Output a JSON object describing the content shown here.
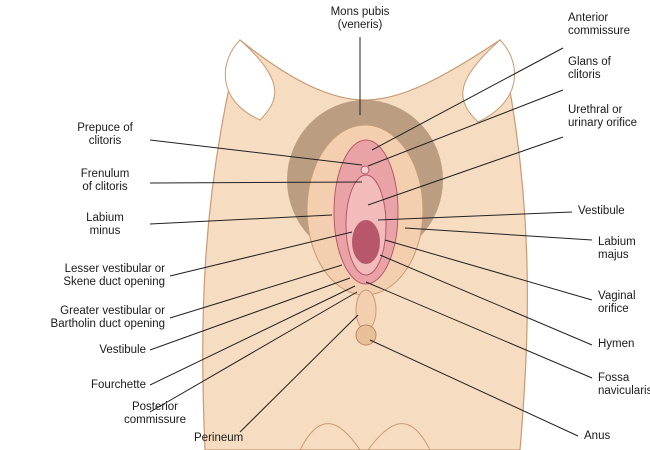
{
  "title": "External female genitalia",
  "colors": {
    "skin": "#f6dcc0",
    "skin_shadow": "#e8bf98",
    "outline": "#b98a66",
    "mucosa": "#e9a3a6",
    "mucosa_dark": "#b8576a",
    "hair": "#8a6b4e",
    "leader": "#222222"
  },
  "labels": {
    "mons_pubis": [
      "Mons pubis",
      "(veneris)"
    ],
    "anterior_commissure": [
      "Anterior",
      "commissure"
    ],
    "glans_of_clitoris": [
      "Glans of",
      "clitoris"
    ],
    "urethral_orifice": [
      "Urethral or",
      "urinary orifice"
    ],
    "vestibule_right": [
      "Vestibule"
    ],
    "labium_majus": [
      "Labium",
      "majus"
    ],
    "vaginal_orifice": [
      "Vaginal",
      "orifice"
    ],
    "hymen": [
      "Hymen"
    ],
    "fossa_navicularis": [
      "Fossa",
      "navicularis"
    ],
    "anus": [
      "Anus"
    ],
    "prepuce_of_clitoris": [
      "Prepuce of",
      "clitoris"
    ],
    "frenulum_of_clitoris": [
      "Frenulum",
      "of clitoris"
    ],
    "labium_minus": [
      "Labium",
      "minus"
    ],
    "skene_duct": [
      "Lesser vestibular or",
      "Skene duct opening"
    ],
    "bartholin_duct": [
      "Greater vestibular or",
      "Bartholin duct opening"
    ],
    "vestibule_left": [
      "Vestibule"
    ],
    "fourchette": [
      "Fourchette"
    ],
    "posterior_commissure": [
      "Posterior",
      "commissure"
    ],
    "perineum": [
      "Perineum"
    ]
  }
}
